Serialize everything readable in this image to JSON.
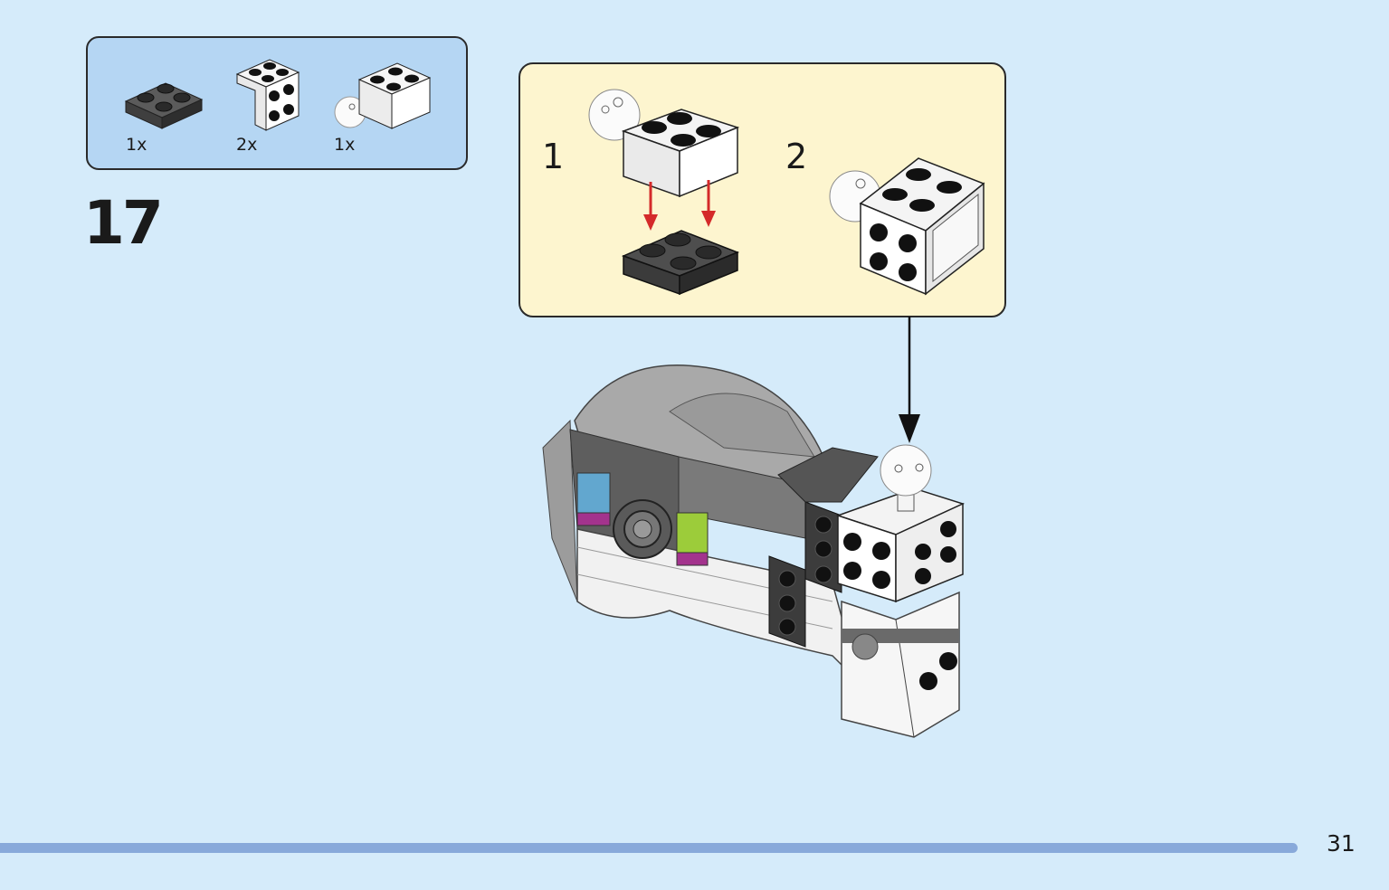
{
  "step": {
    "number": "17"
  },
  "parts_list": [
    {
      "quantity": "1x",
      "part": "dark-gray-2x2-plate-icon"
    },
    {
      "quantity": "2x",
      "part": "white-bracket-2x2-icon"
    },
    {
      "quantity": "1x",
      "part": "white-brick-with-ball-icon"
    }
  ],
  "sub_steps": [
    {
      "label": "1"
    },
    {
      "label": "2"
    }
  ],
  "page": {
    "number": "31"
  },
  "colors": {
    "background": "#d5ebfa",
    "parts_box": "#b5d6f3",
    "sub_box": "#fdf5cf",
    "progress": "#88a9da",
    "arrow_red": "#d42a2a"
  }
}
